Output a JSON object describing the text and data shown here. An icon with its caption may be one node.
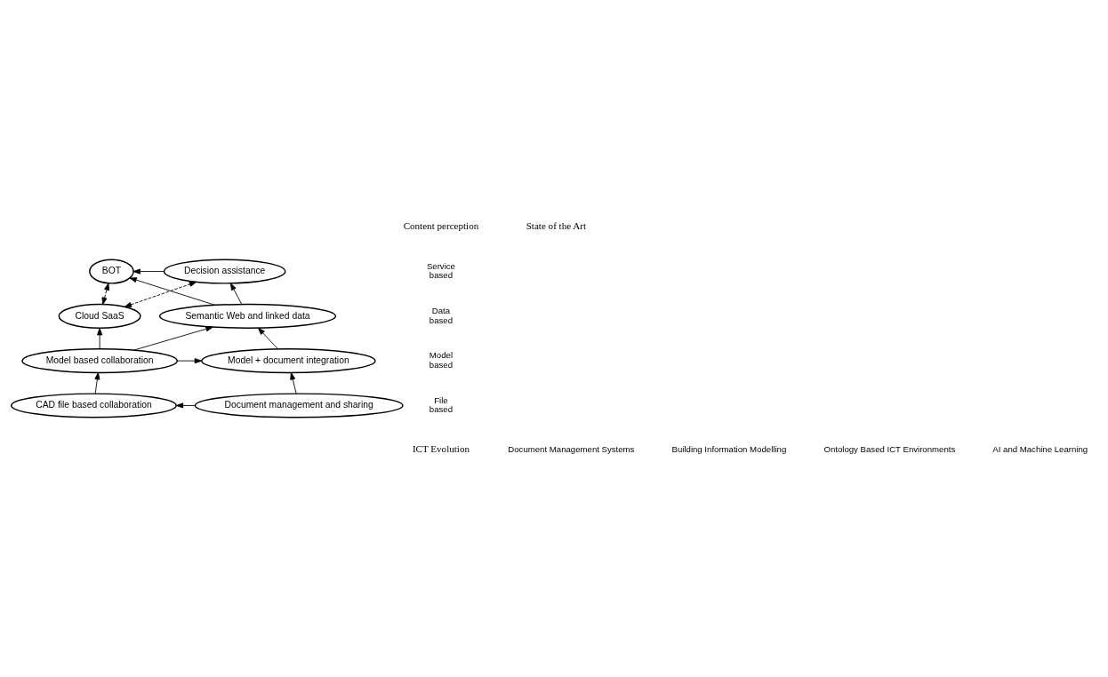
{
  "diagram": {
    "nodes": [
      {
        "text": [
          "BOT"
        ]
      },
      {
        "text": [
          "Decision assistance"
        ]
      },
      {
        "text": [
          "Semantic Web and linked data"
        ]
      },
      {
        "text": [
          "Cloud SaaS"
        ]
      },
      {
        "text": [
          "Model based collaboration"
        ]
      },
      {
        "text": [
          "Model + document integration"
        ]
      },
      {
        "text": [
          "CAD file based collaboration"
        ]
      },
      {
        "text": [
          "Document management and sharing"
        ]
      }
    ],
    "edges": [
      {
        "from": 7,
        "to": 6,
        "arrow": "to"
      },
      {
        "from": 6,
        "to": 4,
        "arrow": "to"
      },
      {
        "from": 7,
        "to": 5,
        "arrow": "to"
      },
      {
        "from": 4,
        "to": 2,
        "arrow": "to"
      },
      {
        "from": 4,
        "to": 3,
        "arrow": "to"
      },
      {
        "from": 4,
        "to": 5,
        "arrow": "to"
      },
      {
        "from": 5,
        "to": 2,
        "arrow": "to"
      },
      {
        "from": 2,
        "to": 1,
        "arrow": "to"
      },
      {
        "from": 2,
        "to": 0,
        "arrow": "to"
      },
      {
        "from": 1,
        "to": 0,
        "arrow": "to"
      },
      {
        "from": 3,
        "to": 1,
        "arrow": "both",
        "style": "dashed"
      },
      {
        "from": 3,
        "to": 0,
        "arrow": "both",
        "style": "dashed"
      }
    ],
    "labels": [
      "Content perception",
      "State of the Art",
      "Service based",
      "Data based",
      "Model based",
      "File based",
      "ICT Evolution",
      "Document Management Systems",
      "Building Information Modelling",
      "Ontology Based ICT Environments",
      "AI and Machine Learning"
    ]
  }
}
